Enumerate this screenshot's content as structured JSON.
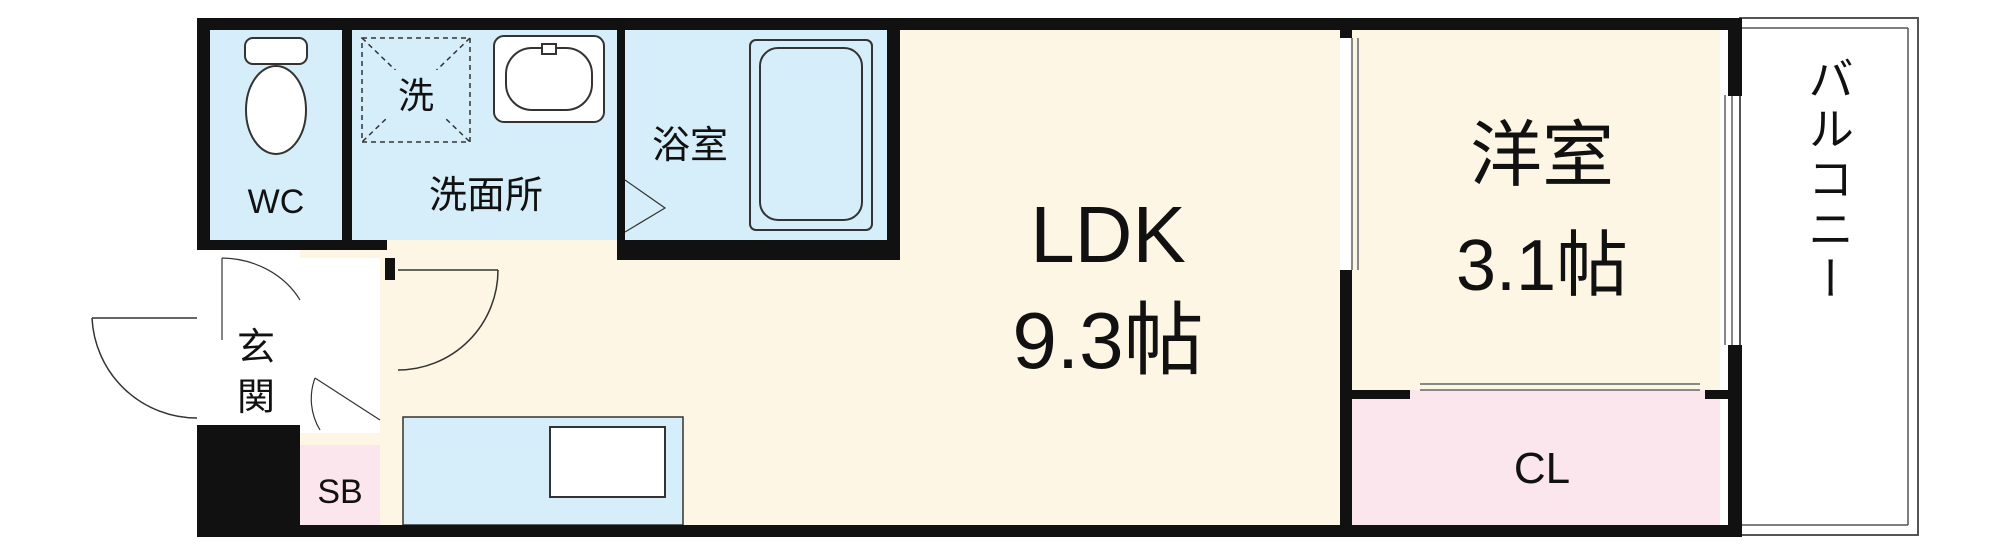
{
  "rooms": {
    "wc": "WC",
    "washroom": "洗面所",
    "washer": "洗",
    "bath": "浴室",
    "entrance_line1": "玄",
    "entrance_line2": "関",
    "shoe_box": "SB",
    "ldk": "LDK",
    "ldk_size": "9.3帖",
    "western": "洋室",
    "western_size": "3.1帖",
    "closet": "CL",
    "balcony": "バルコニー"
  },
  "colors": {
    "wall": "#111111",
    "wet_area": "#d6eef9",
    "living": "#fdf6e4",
    "closet": "#fbe6ee",
    "entrance": "#ffffff"
  }
}
